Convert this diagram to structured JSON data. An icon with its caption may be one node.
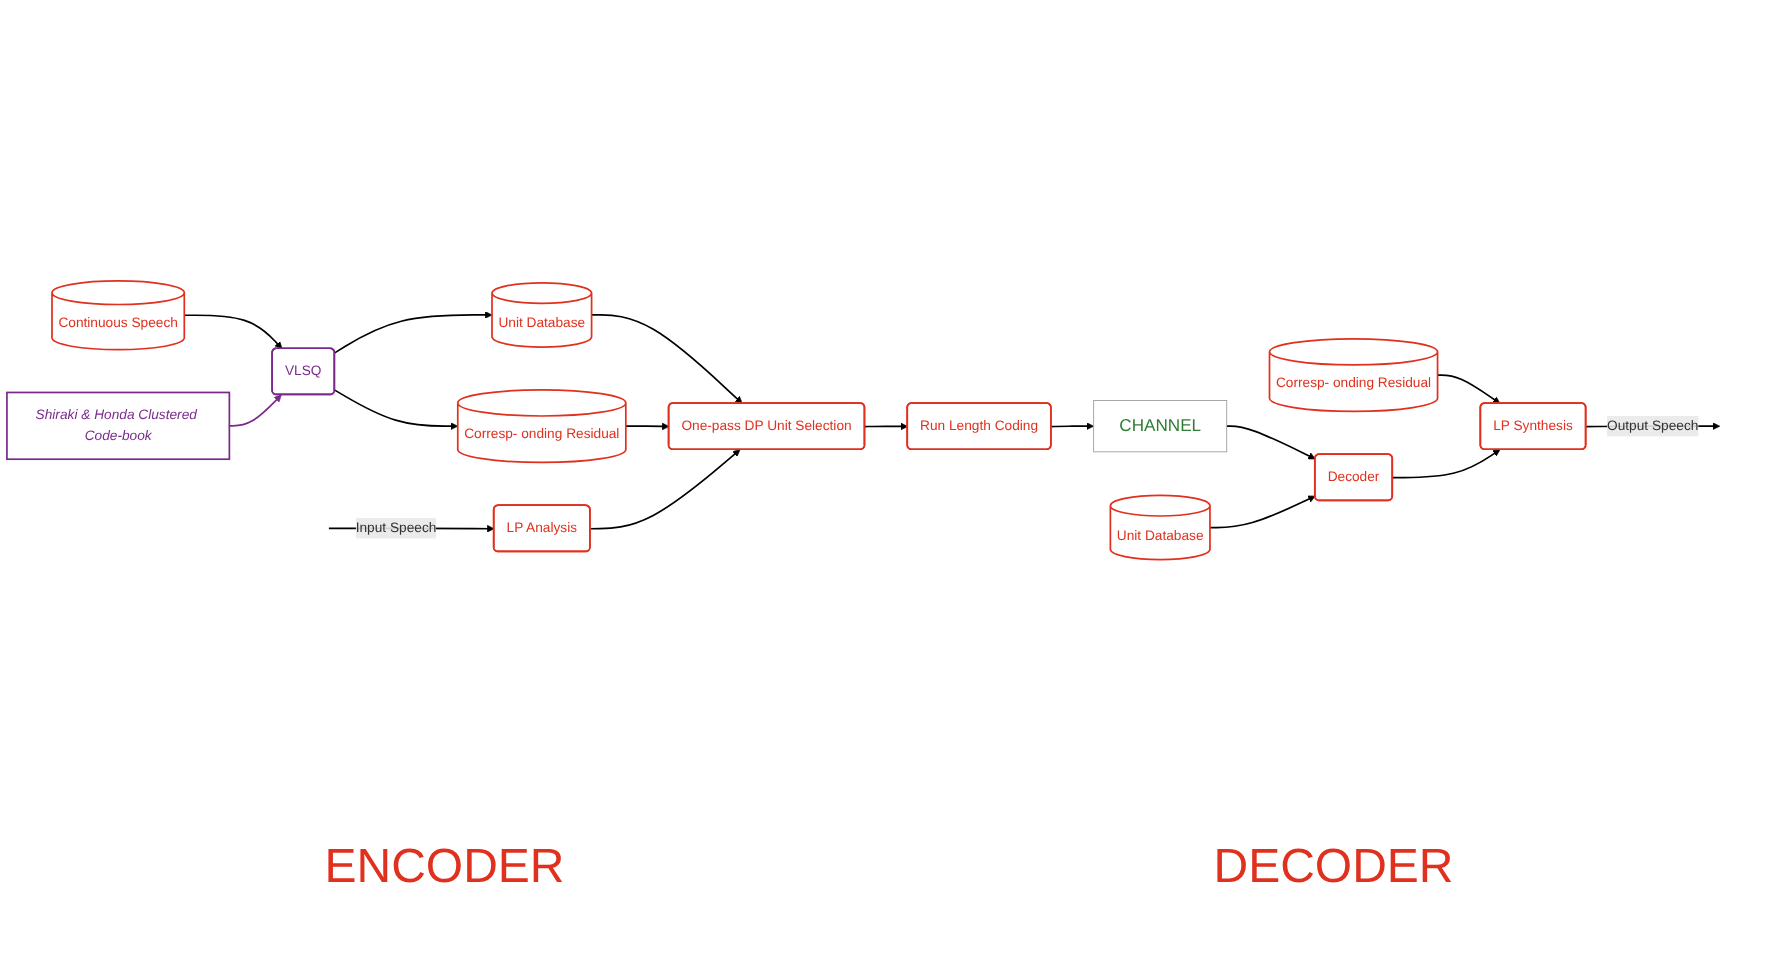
{
  "diagram": {
    "nodes": [
      {
        "text": [
          "Continuous Speech"
        ]
      },
      {
        "text": [
          "Shiraki & Honda Clustered Code-book"
        ]
      },
      {
        "text": [
          "VLSQ"
        ]
      },
      {
        "text": [
          "Unit Database"
        ]
      },
      {
        "text": [
          "Corresp- onding Residual"
        ]
      },
      {
        "text": [
          "LP Analysis"
        ]
      },
      {
        "text": [
          "One-pass DP Unit Selection"
        ]
      },
      {
        "text": [
          "Run Length Coding"
        ]
      },
      {
        "text": [
          "CHANNEL"
        ]
      },
      {
        "text": [
          "Unit Database"
        ]
      },
      {
        "text": [
          "Corresp- onding Residual"
        ]
      },
      {
        "text": [
          "Decoder"
        ]
      },
      {
        "text": [
          "LP Synthesis"
        ]
      }
    ],
    "edges": [
      {
        "from": 0,
        "to": 2,
        "arrow": "to"
      },
      {
        "from": 1,
        "to": 2,
        "arrow": "to",
        "color": "#7b2a8c"
      },
      {
        "from": 2,
        "to": 3,
        "arrow": "to"
      },
      {
        "from": 2,
        "to": 4,
        "arrow": "to"
      },
      {
        "from": 3,
        "to": 6,
        "arrow": "to"
      },
      {
        "from": 4,
        "to": 6,
        "arrow": "to"
      },
      {
        "from": null,
        "to": 5,
        "arrow": "to",
        "label": "Input Speech"
      },
      {
        "from": 5,
        "to": 6,
        "arrow": "to"
      },
      {
        "from": 6,
        "to": 7,
        "arrow": "to"
      },
      {
        "from": 7,
        "to": 8,
        "arrow": "to"
      },
      {
        "from": 8,
        "to": 11,
        "arrow": "to"
      },
      {
        "from": 9,
        "to": 11,
        "arrow": "to"
      },
      {
        "from": 10,
        "to": 12,
        "arrow": "to"
      },
      {
        "from": 11,
        "to": 12,
        "arrow": "to"
      },
      {
        "from": 12,
        "to": null,
        "arrow": "to",
        "label": "Output Speech"
      }
    ],
    "labels": [
      "ENCODER",
      "DECODER"
    ]
  }
}
